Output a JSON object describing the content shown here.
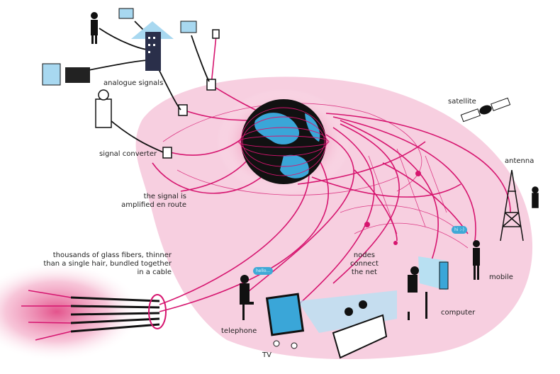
{
  "labels": {
    "analogue_signals": "analogue signals",
    "signal_converter": "signal converter",
    "amplified_1": "the signal is",
    "amplified_2": "amplified en route",
    "fibers_1": "thousands of glass fibers, thinner",
    "fibers_2": "than a single hair, bundled together",
    "fibers_3": "in a cable",
    "nodes_1": "nodes",
    "nodes_2": "connect",
    "nodes_3": "the net",
    "satellite": "satellite",
    "antenna": "antenna",
    "mobile": "mobile",
    "computer": "computer",
    "telephone": "telephone",
    "tv": "TV"
  },
  "bubbles": {
    "telephone": "hello...",
    "mobile": "hi :-)"
  },
  "colors": {
    "net": "#d6156f",
    "blob": "#f7cfe0",
    "globe_land": "#3aa6d8",
    "figure": "#111111"
  }
}
